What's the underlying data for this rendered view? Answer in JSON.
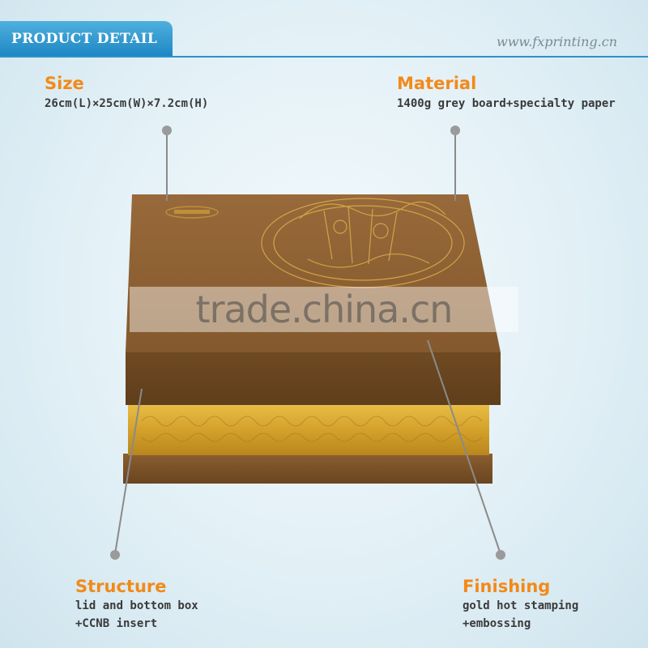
{
  "header": {
    "tab_label": "PRODUCT DETAIL",
    "site_url": "www.fxprinting.cn"
  },
  "labels": {
    "size": {
      "title": "Size",
      "lines": [
        "26cm(L)×25cm(W)×7.2cm(H)"
      ]
    },
    "material": {
      "title": "Material",
      "lines": [
        "1400g grey board+specialty paper"
      ]
    },
    "structure": {
      "title": "Structure",
      "lines": [
        "lid and bottom box",
        "+CCNB insert"
      ]
    },
    "finishing": {
      "title": "Finishing",
      "lines": [
        "gold hot stamping",
        "+embossing"
      ]
    }
  },
  "watermark": {
    "text": "trade.china.cn"
  },
  "colors": {
    "header_blue": "#2b92cc",
    "label_orange": "#f28a19",
    "lid_brown": "#8b6131",
    "gold": "#d9a830"
  }
}
